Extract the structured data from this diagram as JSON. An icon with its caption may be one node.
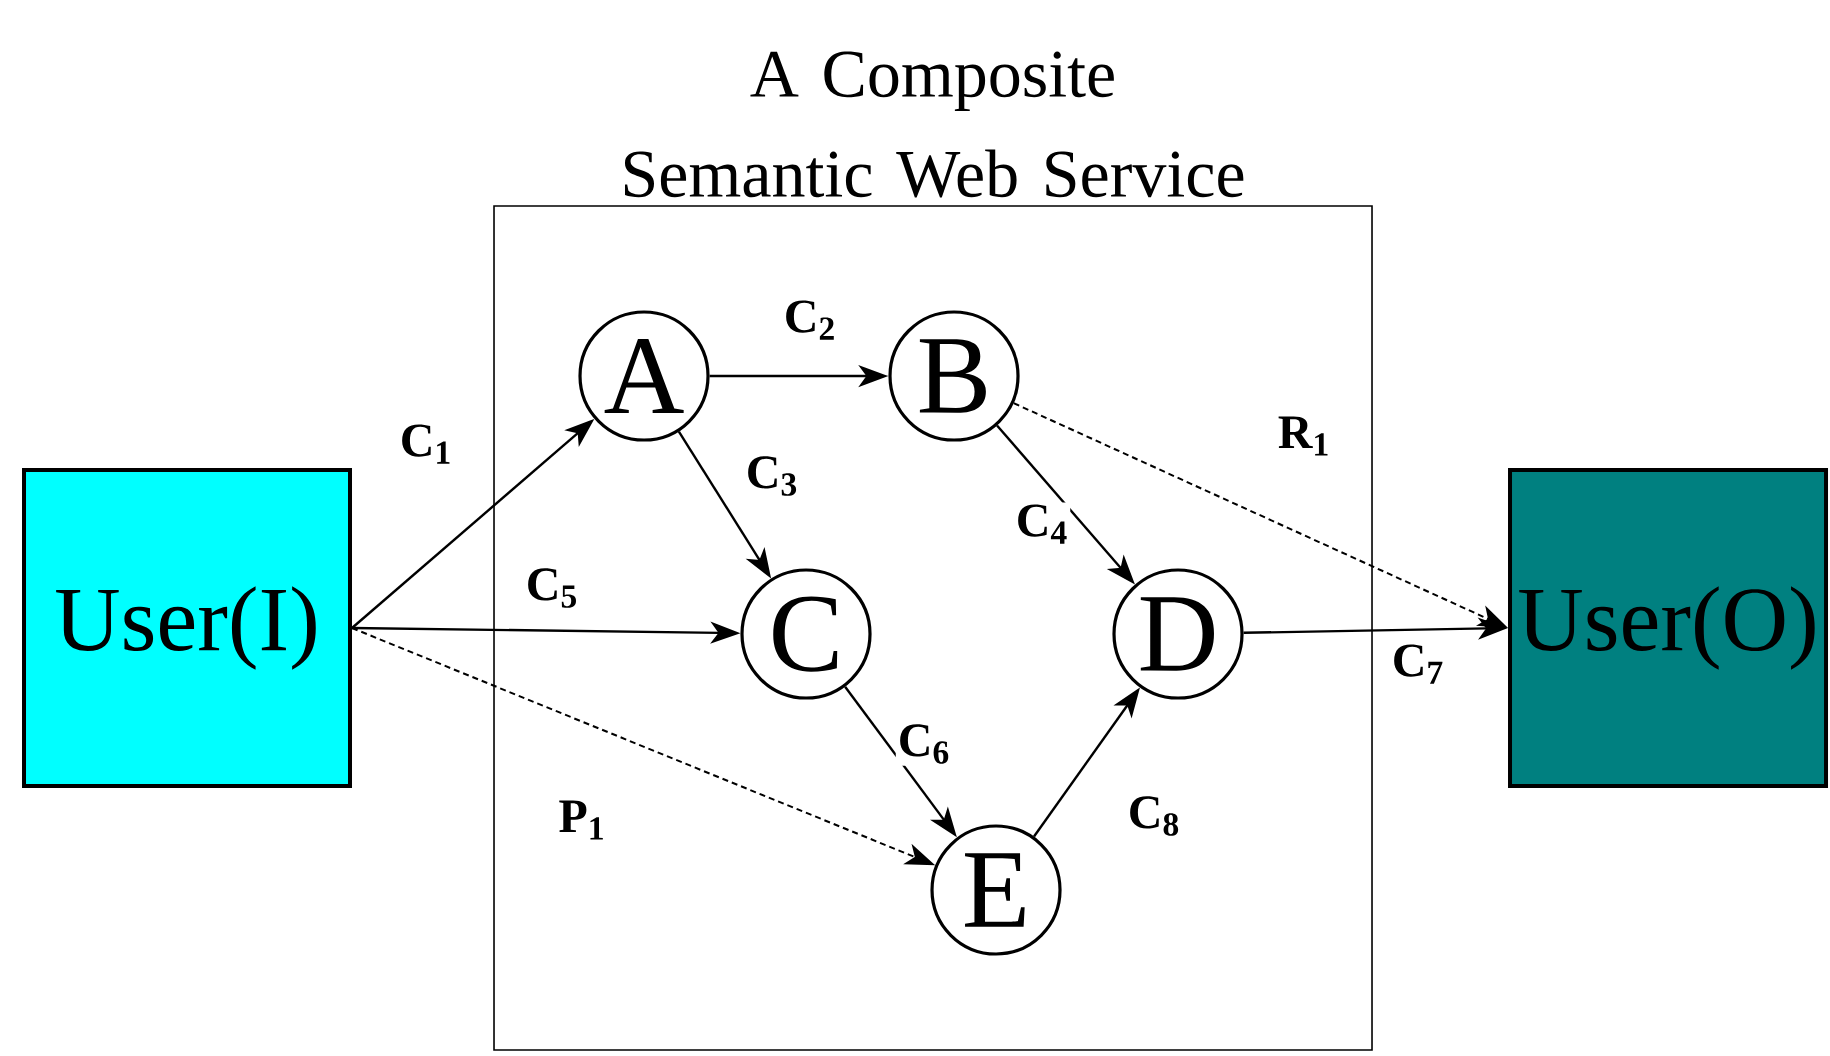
{
  "diagram": {
    "nodes": [
      {
        "text": [
          "A Composite Semantic Web Service"
        ]
      },
      {
        "text": [
          "User(I)"
        ]
      },
      {
        "text": [
          "A"
        ],
        "in": 0
      },
      {
        "text": [
          "B"
        ],
        "in": 0
      },
      {
        "text": [
          "C"
        ],
        "in": 0
      },
      {
        "text": [
          "D"
        ],
        "in": 0
      },
      {
        "text": [
          "E"
        ],
        "in": 0
      },
      {
        "text": [
          "User(O)"
        ]
      }
    ],
    "edges": [
      {
        "from": 1,
        "to": 2,
        "arrow": "to",
        "label": "C$_{1}$"
      },
      {
        "from": 2,
        "to": 3,
        "arrow": "to",
        "label": "C$_{2}$"
      },
      {
        "from": 2,
        "to": 4,
        "arrow": "to",
        "label": "C$_{3}$"
      },
      {
        "from": 3,
        "to": 5,
        "arrow": "to",
        "label": "C$_{4}$"
      },
      {
        "from": 1,
        "to": 4,
        "arrow": "to",
        "label": "C$_{5}$"
      },
      {
        "from": 4,
        "to": 6,
        "arrow": "to",
        "label": "C$_{6}$"
      },
      {
        "from": 5,
        "to": 7,
        "arrow": "to",
        "label": "C$_{7}$"
      },
      {
        "from": 6,
        "to": 5,
        "arrow": "to",
        "label": "C$_{8}$"
      },
      {
        "from": 1,
        "to": 6,
        "arrow": "to",
        "label": "P$_{1}$",
        "style": "dashed"
      },
      {
        "from": 3,
        "to": 7,
        "arrow": "to",
        "label": "R$_{1}$",
        "style": "dashed"
      }
    ]
  }
}
